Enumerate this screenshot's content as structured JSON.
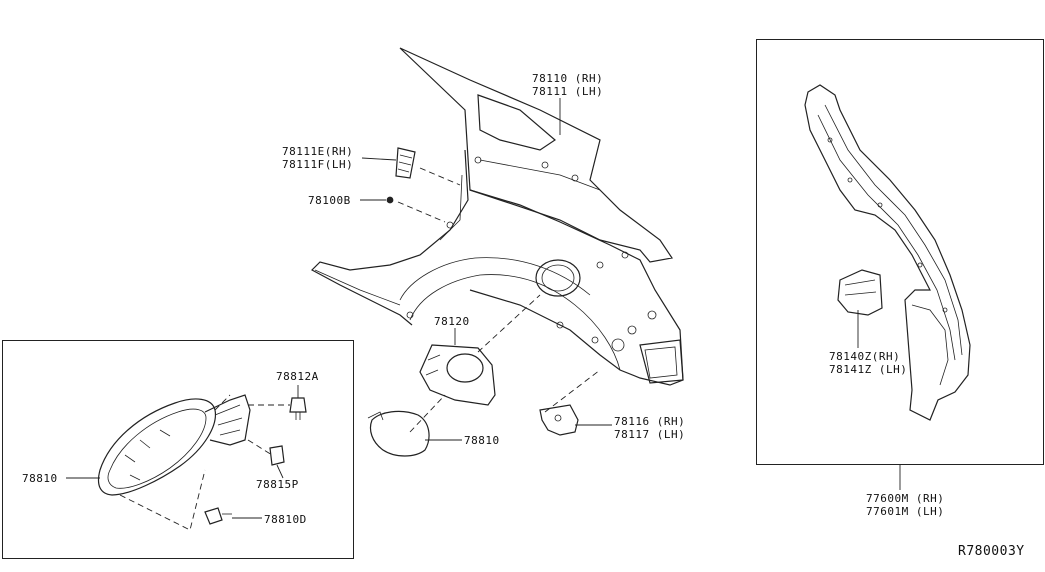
{
  "diagram_id": "R780003Y",
  "labels": {
    "p78110": "78110 (RH)",
    "p78111": "78111 (LH)",
    "p78111E": "78111E(RH)",
    "p78111F": "78111F(LH)",
    "p78100B": "78100B",
    "p78120": "78120",
    "p78810_main": "78810",
    "p78116": "78116 (RH)",
    "p78117": "78117 (LH)",
    "p78140Z": "78140Z(RH)",
    "p78141Z": "78141Z (LH)",
    "p77600M": "77600M (RH)",
    "p77601M": "77601M (LH)",
    "p78812A": "78812A",
    "p78810_inset": "78810",
    "p78815P": "78815P",
    "p78810D": "78810D"
  }
}
